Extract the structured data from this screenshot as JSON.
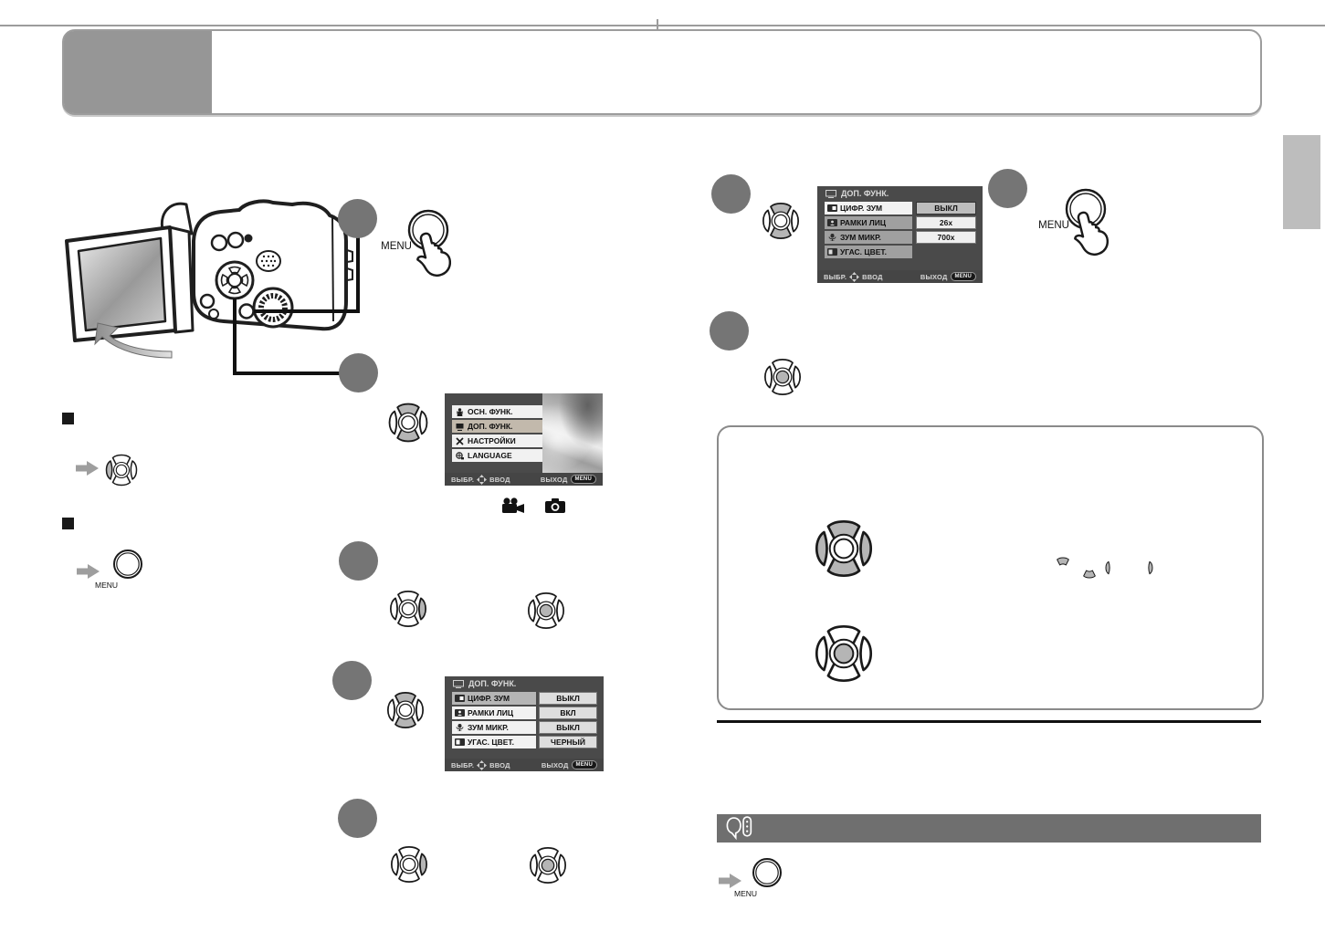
{
  "ui": {
    "menu_label": "MENU"
  },
  "colors": {
    "step_circle": "#757575",
    "header_tab": "#969696",
    "page_edge_tab": "#bdbdbd",
    "dpad_highlight": "#b5b5b5",
    "screen_background": "#4a4a4a",
    "note_bar": "#6f6f6f"
  },
  "icons": {
    "footer_joystick": "joystick-cross-icon",
    "video_mode": "video-camera-icon",
    "photo_mode": "still-camera-icon",
    "note_bar": "hint-hand-icon",
    "menu_press": "menu-button-press-icon"
  },
  "menus": {
    "footer": {
      "select": "ВЫБР.",
      "enter": "ВВОД",
      "exit": "ВЫХОД",
      "exit_key": "MENU"
    },
    "main": {
      "items": [
        {
          "icon": "basic-functions-icon",
          "label": "ОСН. ФУНК."
        },
        {
          "icon": "advanced-functions-icon",
          "label": "ДОП. ФУНК."
        },
        {
          "icon": "setup-icon",
          "label": "НАСТРОЙКИ"
        },
        {
          "icon": "language-icon",
          "label": "LANGUAGE"
        }
      ],
      "selected_item": "ДОП. ФУНК."
    },
    "advanced": {
      "title": "ДОП. ФУНК.",
      "rows": [
        {
          "icon": "digital-zoom-icon",
          "label": "ЦИФР. ЗУМ",
          "value": "ВЫКЛ"
        },
        {
          "icon": "face-frames-icon",
          "label": "РАМКИ ЛИЦ",
          "value": "ВКЛ"
        },
        {
          "icon": "zoom-mic-icon",
          "label": "ЗУМ МИКР.",
          "value": "ВЫКЛ"
        },
        {
          "icon": "fade-colour-icon",
          "label": "УГАС. ЦВЕТ.",
          "value": "ЧЕРНЫЙ"
        }
      ],
      "selected_row": "ЦИФР. ЗУМ"
    },
    "advanced_options": {
      "title": "ДОП. ФУНК.",
      "labels": [
        "ЦИФР. ЗУМ",
        "РАМКИ ЛИЦ",
        "ЗУМ МИКР.",
        "УГАС. ЦВЕТ."
      ],
      "options": [
        "ВЫКЛ",
        "26x",
        "700x"
      ],
      "selected_option": "ВЫКЛ"
    }
  }
}
